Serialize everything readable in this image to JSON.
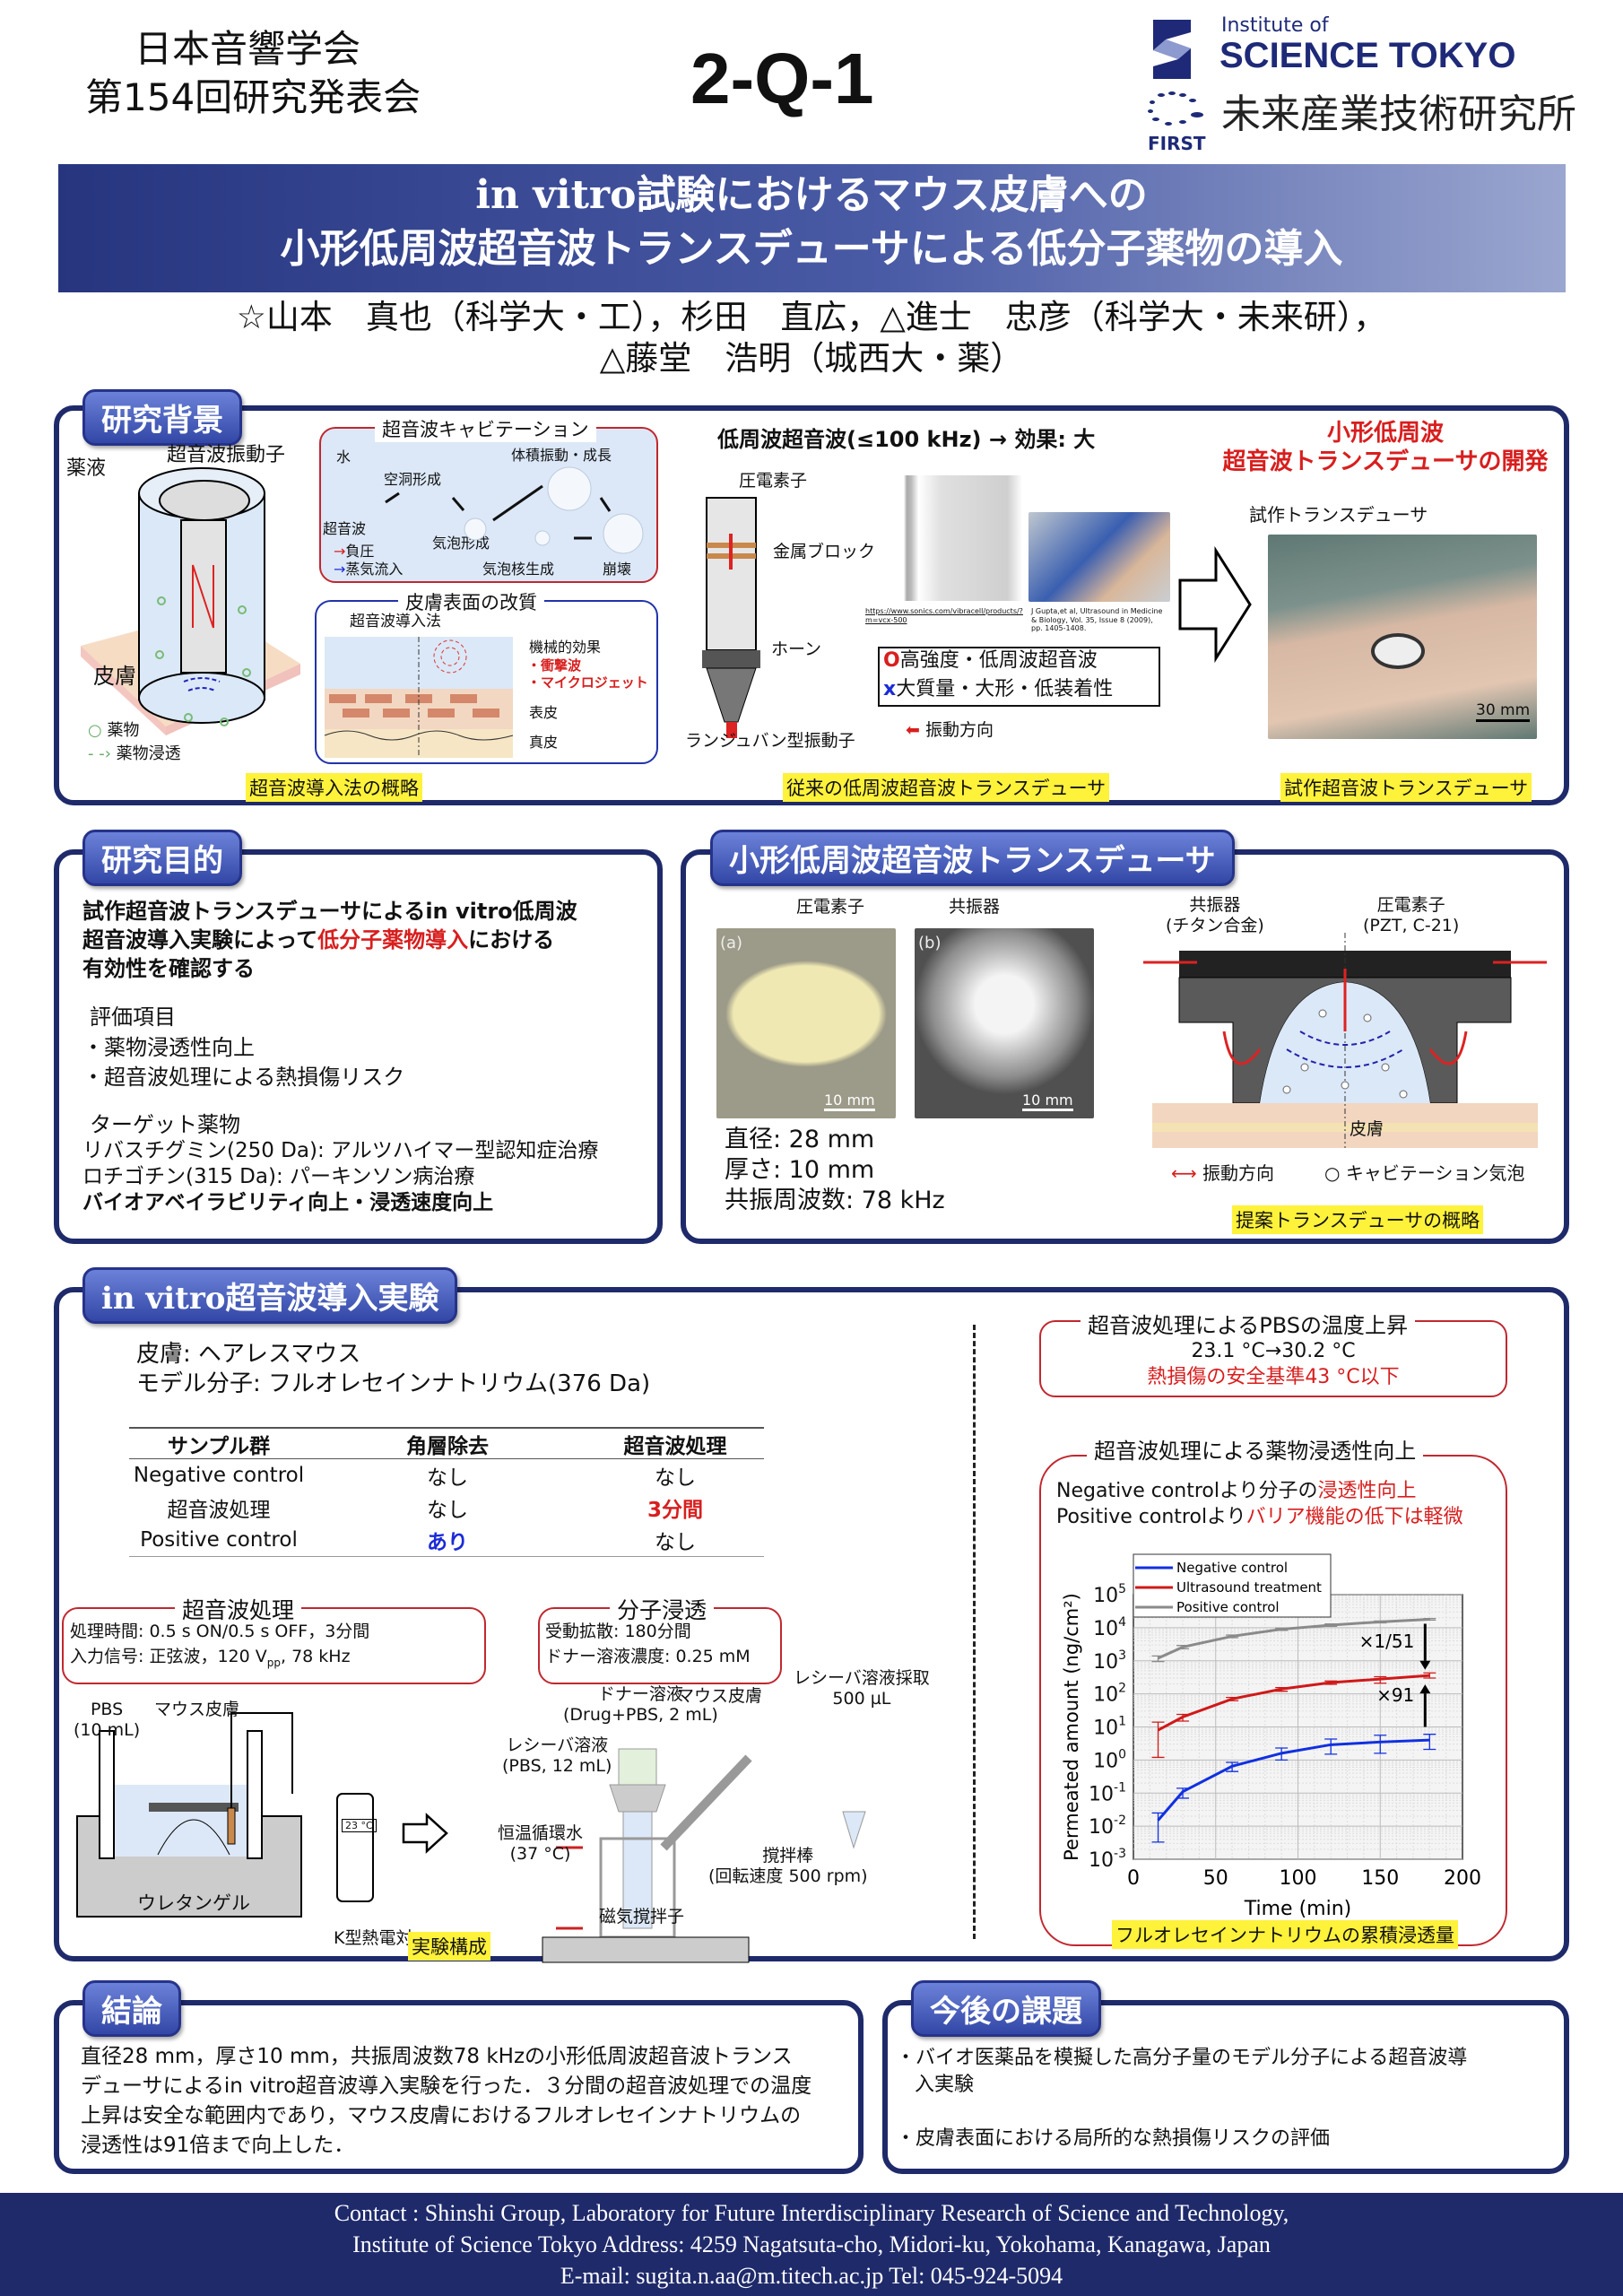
{
  "header": {
    "society": "日本音響学会",
    "meeting": "第154回研究発表会",
    "poster_id": "2-Q-1",
    "logo_institute_of": "Institute of",
    "logo_science_tokyo": "SCIENCE TOKYO",
    "logo_first": "FIRST",
    "logo_lab": "未来産業技術研究所"
  },
  "title": {
    "line1": "in vitro試験におけるマウス皮膚への",
    "line2": "小形低周波超音波トランスデューサによる低分子薬物の導入"
  },
  "authors": {
    "line1": "☆山本　真也（科学大・工），杉田　直広，△進士　忠彦（科学大・未来研），",
    "line2": "△藤堂　浩明（城西大・薬）"
  },
  "background": {
    "tag": "研究背景",
    "fig1": {
      "drug_solution": "薬液",
      "transducer": "超音波振動子",
      "skin": "皮膚",
      "legend_drug": "薬物",
      "legend_perm": "薬物浸透",
      "cav_title": "超音波キャビテーション",
      "water": "水",
      "cavity": "空洞形成",
      "growth": "体積振動・成長",
      "ultrasound": "超音波",
      "bubble": "気泡形成",
      "neg_pressure": "負圧",
      "vapor": "蒸気流入",
      "nucleation": "気泡核生成",
      "collapse": "崩壊",
      "skin_title": "皮膚表面の改質",
      "sonophoresis": "超音波導入法",
      "mech": "機械的効果",
      "shock": "・衝撃波",
      "microjet": "・マイクロジェット",
      "epidermis": "表皮",
      "dermis": "真皮",
      "caption": "超音波導入法の概略"
    },
    "fig2": {
      "headline": "低周波超音波(≤100 kHz) → 効果: 大",
      "piezo": "圧電素子",
      "metal_block": "金属ブロック",
      "horn": "ホーン",
      "langevin": "ランジュバン型振動子",
      "ref1": "https://www.sonics.com/vibracell/products/?m=vcx-500",
      "ref2": "J Gupta,et al, Ultrasound in Medicine & Biology, Vol. 35, Issue 8 (2009), pp. 1405-1408.",
      "pro": "高強度・低周波超音波",
      "con": "大質量・大形・低装着性",
      "pro_mark": "O",
      "con_mark": "x",
      "vib_dir": "振動方向",
      "caption": "従来の低周波超音波トランスデューサ"
    },
    "fig3": {
      "title1": "小形低周波",
      "title2": "超音波トランスデューサの開発",
      "label": "試作トランスデューサ",
      "scale": "30 mm",
      "caption": "試作超音波トランスデューサ"
    }
  },
  "purpose": {
    "tag": "研究目的",
    "lead1": "試作超音波トランスデューサによるin vitro低周波",
    "lead2a": "超音波導入実験によって",
    "lead2b": "低分子薬物導入",
    "lead2c": "における",
    "lead3": "有効性を確認する",
    "eval_title": "評価項目",
    "eval": [
      "・薬物浸透性向上",
      "・超音波処理による熱損傷リスク"
    ],
    "target_title": "ターゲット薬物",
    "targets": [
      "リバスチグミン(250 Da): アルツハイマー型認知症治療",
      "ロチゴチン(315 Da): パーキンソン病治療"
    ],
    "target_goal": "バイオアベイラビリティ向上・浸透速度向上"
  },
  "transducer": {
    "tag": "小形低周波超音波トランスデューサ",
    "piezo": "圧電素子",
    "resonator": "共振器",
    "label_a": "(a)",
    "label_b": "(b)",
    "scale": "10 mm",
    "specs": [
      "直径: 28 mm",
      "厚さ: 10 mm",
      "共振周波数: 78 kHz"
    ],
    "diagram": {
      "resonator": "共振器",
      "resonator_mat": "(チタン合金)",
      "piezo": "圧電素子",
      "piezo_mat": "(PZT, C-21)",
      "skin": "皮膚",
      "legend_vib": "振動方向",
      "legend_bubble": "キャビテーション気泡",
      "caption": "提案トランスデューサの概略"
    }
  },
  "experiment": {
    "tag": "in vitro超音波導入実験",
    "skin": "皮膚: ヘアレスマウス",
    "model": "モデル分子: フルオレセインナトリウム(376 Da)",
    "table": {
      "headers": [
        "サンプル群",
        "角層除去",
        "超音波処理"
      ],
      "rows": [
        [
          "Negative control",
          "なし",
          "なし"
        ],
        [
          "超音波処理",
          "なし",
          "3分間"
        ],
        [
          "Positive control",
          "あり",
          "なし"
        ]
      ]
    },
    "us_box": {
      "title": "超音波処理",
      "line1": "処理時間: 0.5 s ON/0.5 s OFF，3分間",
      "line2": "入力信号: 正弦波，120 V",
      "line2_sub": "pp",
      "line2_end": ", 78 kHz"
    },
    "perm_box": {
      "title": "分子浸透",
      "line1": "受動拡散: 180分間",
      "line2": "ドナー溶液濃度: 0.25 mM"
    },
    "setup": {
      "pbs": "PBS",
      "pbs_vol": "(10 mL)",
      "mouse_skin": "マウス皮膚",
      "gel": "ウレタンゲル",
      "thermo": "K型熱電対",
      "temp_display": "23 °C",
      "donor": "ドナー溶液",
      "donor_detail": "(Drug+PBS, 2 mL)",
      "receiver": "レシーバ溶液",
      "receiver_detail": "(PBS, 12 mL)",
      "mouse_skin2": "マウス皮膚",
      "sampling": "レシーバ溶液採取",
      "sampling_vol": "500 µL",
      "water": "恒温循環水",
      "water_temp": "(37 °C)",
      "stir_bar": "撹拌棒",
      "stir_speed": "(回転速度 500 rpm)",
      "stirrer": "磁気撹拌子",
      "caption": "実験構成"
    },
    "temp": {
      "title": "超音波処理によるPBSの温度上昇",
      "value": "23.1 °C→30.2 °C",
      "note": "熱損傷の安全基準43 °C以下"
    },
    "perm": {
      "title": "超音波処理による薬物浸透性向上",
      "l1a": "Negative controlより分子の",
      "l1b": "浸透性向上",
      "l2a": "Positive controlより",
      "l2b": "バリア機能の低下は軽微",
      "caption": "フルオレセインナトリウムの累積浸透量"
    }
  },
  "chart_data": {
    "type": "line",
    "xlabel": "Time (min)",
    "ylabel": "Permeated amount (ng/cm²)",
    "xlim": [
      0,
      200
    ],
    "ylim": [
      0.001,
      100000
    ],
    "yscale": "log",
    "xticks": [
      0,
      50,
      100,
      150,
      200
    ],
    "yticks_exp": [
      -3,
      -2,
      -1,
      0,
      1,
      2,
      3,
      4,
      5
    ],
    "grid": true,
    "legend": "top-left",
    "x": [
      15,
      30,
      60,
      90,
      120,
      150,
      180
    ],
    "series": [
      {
        "name": "Negative control",
        "color": "#1030e0",
        "values": [
          0.015,
          0.11,
          0.65,
          1.6,
          2.9,
          3.5,
          4.0
        ],
        "err": [
          [
            0.0033,
            0.025
          ],
          [
            0.07,
            0.14
          ],
          [
            0.45,
            0.85
          ],
          [
            1.0,
            2.3
          ],
          [
            1.5,
            4.3
          ],
          [
            1.6,
            5.6
          ],
          [
            2.1,
            6.0
          ]
        ]
      },
      {
        "name": "Ultrasound treatment",
        "color": "#d01818",
        "values": [
          8,
          20,
          70,
          140,
          220,
          280,
          360
        ],
        "err": [
          [
            1.2,
            14
          ],
          [
            15,
            24
          ],
          [
            62,
            78
          ],
          [
            120,
            155
          ],
          [
            195,
            245
          ],
          [
            210,
            330
          ],
          [
            300,
            430
          ]
        ]
      },
      {
        "name": "Positive control",
        "color": "#8a8a8a",
        "values": [
          1200,
          2600,
          5500,
          9000,
          12000,
          15000,
          18000
        ],
        "err": [
          [
            950,
            1400
          ],
          [
            2300,
            2900
          ],
          [
            5000,
            6000
          ],
          [
            8300,
            9700
          ],
          [
            11000,
            13000
          ],
          [
            14000,
            16000
          ],
          [
            17000,
            19000
          ]
        ]
      }
    ],
    "annotations": [
      {
        "text": "×1/51",
        "x": 180,
        "from": 18000,
        "to": 360
      },
      {
        "text": "×91",
        "x": 180,
        "from": 4,
        "to": 360
      }
    ]
  },
  "conclusion": {
    "tag": "結論",
    "lines": [
      "直径28 mm，厚さ10 mm，共振周波数78 kHzの小形低周波超音波トランス",
      "デューサによるin vitro超音波導入実験を行った．３分間の超音波処理での温度",
      "上昇は安全な範囲内であり，マウス皮膚におけるフルオレセインナトリウムの",
      "浸透性は91倍まで向上した．"
    ]
  },
  "future": {
    "tag": "今後の課題",
    "item1a": "・バイオ医薬品を模擬した高分子量のモデル分子による超音波導",
    "item1b": "入実験",
    "item2": "・皮膚表面における局所的な熱損傷リスクの評価"
  },
  "footer": {
    "line1": "Contact : Shinshi Group, Laboratory for Future Interdisciplinary Research of Science and Technology,",
    "line2": "Institute of Science Tokyo   Address: 4259 Nagatsuta-cho, Midori-ku, Yokohama, Kanagawa, Japan",
    "line3": "E-mail: sugita.n.aa@m.titech.ac.jp   Tel: 045-924-5094"
  }
}
